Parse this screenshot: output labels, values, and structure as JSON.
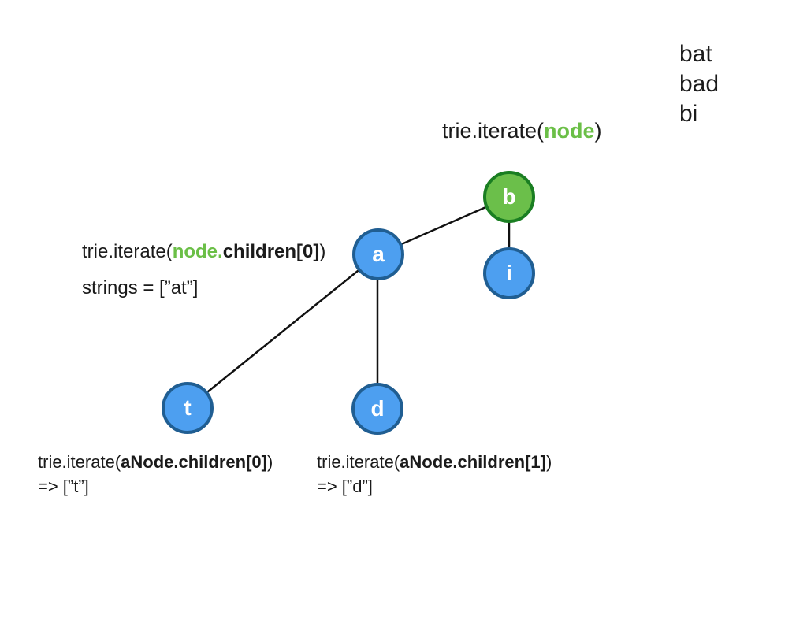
{
  "word_list": {
    "items": [
      "bat",
      "bad",
      "bi"
    ]
  },
  "annotations": {
    "root_call": {
      "prefix": "trie.iterate(",
      "arg_green": "node",
      "suffix": ")"
    },
    "a_call": {
      "prefix": "trie.iterate(",
      "arg_green": "node.",
      "arg_bold": "children[0]",
      "suffix": ")"
    },
    "a_result": "strings = [”at”]",
    "t_call": {
      "prefix": "trie.iterate(",
      "arg_bold": "aNode.children[0]",
      "suffix": ")",
      "result": "=> [”t”]"
    },
    "d_call": {
      "prefix": "trie.iterate(",
      "arg_bold": "aNode.children[1]",
      "suffix": ")",
      "result": "=> [”d”]"
    }
  },
  "tree": {
    "nodes": [
      {
        "id": "b",
        "label": "b",
        "color": "green"
      },
      {
        "id": "a",
        "label": "a",
        "color": "blue"
      },
      {
        "id": "i",
        "label": "i",
        "color": "blue"
      },
      {
        "id": "t",
        "label": "t",
        "color": "blue"
      },
      {
        "id": "d",
        "label": "d",
        "color": "blue"
      }
    ],
    "edges": [
      {
        "from": "a",
        "to": "b"
      },
      {
        "from": "b",
        "to": "i"
      },
      {
        "from": "a",
        "to": "t"
      },
      {
        "from": "a",
        "to": "d"
      }
    ]
  },
  "colors": {
    "node_blue_fill": "#4d9ff0",
    "node_blue_border": "#205e92",
    "node_green_fill": "#6bbf4a",
    "node_green_border": "#1a7e22",
    "highlight_green": "#6bbf47",
    "text": "#1a1a1a"
  }
}
